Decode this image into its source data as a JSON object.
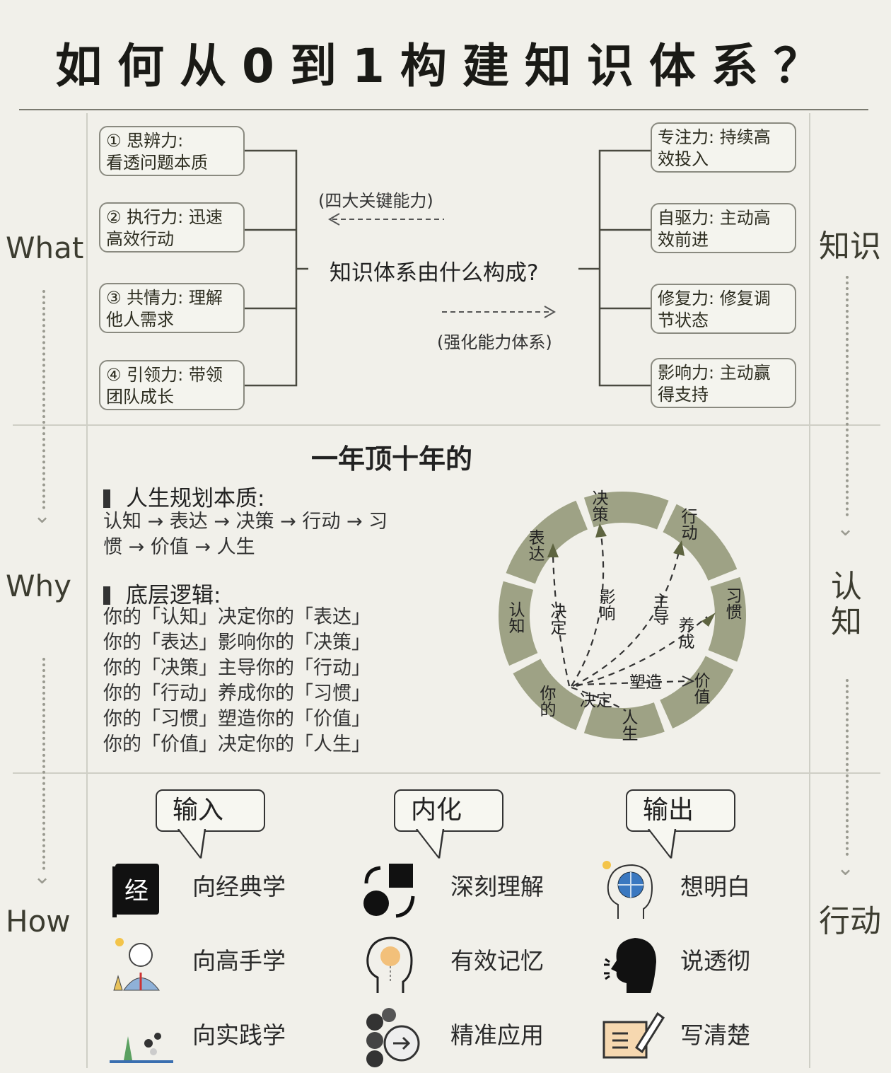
{
  "title": "如何从0到1构建知识体系？",
  "left_labels": [
    "What",
    "Why",
    "How"
  ],
  "right_labels": [
    "知识",
    "认知",
    "行动"
  ],
  "what": {
    "question": "知识体系由什么构成?",
    "left_note": "(四大关键能力)",
    "right_note": "(强化能力体系)",
    "left_boxes": [
      {
        "line1": "① 思辨力:",
        "line2": "看透问题本质"
      },
      {
        "line1": "② 执行力: 迅速",
        "line2": "高效行动"
      },
      {
        "line1": "③ 共情力: 理解",
        "line2": "他人需求"
      },
      {
        "line1": "④ 引领力: 带领",
        "line2": "团队成长"
      }
    ],
    "right_boxes": [
      {
        "line1": "专注力: 持续高",
        "line2": "效投入"
      },
      {
        "line1": "自驱力: 主动高",
        "line2": "效前进"
      },
      {
        "line1": "修复力: 修复调",
        "line2": "节状态"
      },
      {
        "line1": "影响力: 主动赢",
        "line2": "得支持"
      }
    ]
  },
  "why": {
    "heading": "一年顶十年的",
    "essence_title": "人生规划本质:",
    "essence_lines": [
      "认知 → 表达 → 决策 → 行动 → 习",
      "惯 → 价值 → 人生"
    ],
    "logic_title": "底层逻辑:",
    "logic_lines": [
      "你的「认知」决定你的「表达」",
      "你的「表达」影响你的「决策」",
      "你的「决策」主导你的「行动」",
      "你的「行动」养成你的「习惯」",
      "你的「习惯」塑造你的「价值」",
      "你的「价值」决定你的「人生」"
    ],
    "cycle": {
      "nodes": [
        "认知",
        "表达",
        "决策",
        "行动",
        "习惯",
        "价值",
        "人生"
      ],
      "origin": "你的",
      "verbs": [
        "决定",
        "影响",
        "主导",
        "养成",
        "塑造",
        "决定"
      ],
      "ring_color": "#9ea285",
      "arrow_color": "#5e6440"
    }
  },
  "how": {
    "columns": [
      {
        "label": "输入",
        "items": [
          {
            "icon": "book-icon",
            "text": "向经典学",
            "glyph": "经"
          },
          {
            "icon": "expert-icon",
            "text": "向高手学"
          },
          {
            "icon": "lab-icon",
            "text": "向实践学"
          }
        ]
      },
      {
        "label": "内化",
        "items": [
          {
            "icon": "shapes-cycle-icon",
            "text": "深刻理解"
          },
          {
            "icon": "head-memory-icon",
            "text": "有效记忆"
          },
          {
            "icon": "hexagon-arrow-icon",
            "text": "精准应用"
          }
        ]
      },
      {
        "label": "输出",
        "items": [
          {
            "icon": "head-globe-icon",
            "text": "想明白"
          },
          {
            "icon": "speaking-head-icon",
            "text": "说透彻"
          },
          {
            "icon": "note-pen-icon",
            "text": "写清楚"
          }
        ]
      }
    ]
  }
}
